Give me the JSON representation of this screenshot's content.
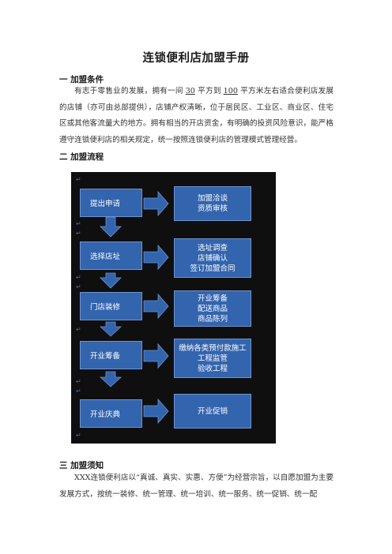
{
  "doc": {
    "title": "连锁便利店加盟手册",
    "section1": {
      "heading": "一  加盟条件",
      "intro_a": "有志于零售业的发展，拥有一间",
      "min_area": "30",
      "intro_b": "平方到",
      "max_area": "100",
      "intro_c": "平方米左右适合便利店发展的店铺（亦可由总部提供），店铺产权清晰，位于居民区、工业区、商业区、住宅区或其他客流量大的地方。拥有相当的开店资金，有明确的投资风险意识，能严格遵守连锁便利店的相关规定，统一按照连锁便利店的管理模式管理经营。"
    },
    "section2": {
      "heading": "二  加盟流程",
      "steps": [
        {
          "label": "提出申请",
          "details": [
            "加盟洽谈",
            "资质审核"
          ]
        },
        {
          "label": "选择店址",
          "details": [
            "选址调查",
            "店铺确认",
            "签订加盟合同"
          ]
        },
        {
          "label": "门店装修",
          "details": [
            "开业筹备",
            "配送商品",
            "商品陈列"
          ]
        },
        {
          "label": "开业筹备",
          "details": [
            "缴纳各类预付款施工",
            "工程监管",
            "验收工程"
          ]
        },
        {
          "label": "开业庆典",
          "details": [
            "开业促销"
          ]
        }
      ],
      "return_mark": "↵"
    },
    "section3": {
      "heading": "三  加盟须知",
      "text": "XXX连锁便利店以“真诚、真实、实惠、方便”为经营宗旨，以自愿加盟为主要发展方式，按统一装修、统一管理、统一培训、统一服务、统一促销、统一配"
    }
  }
}
